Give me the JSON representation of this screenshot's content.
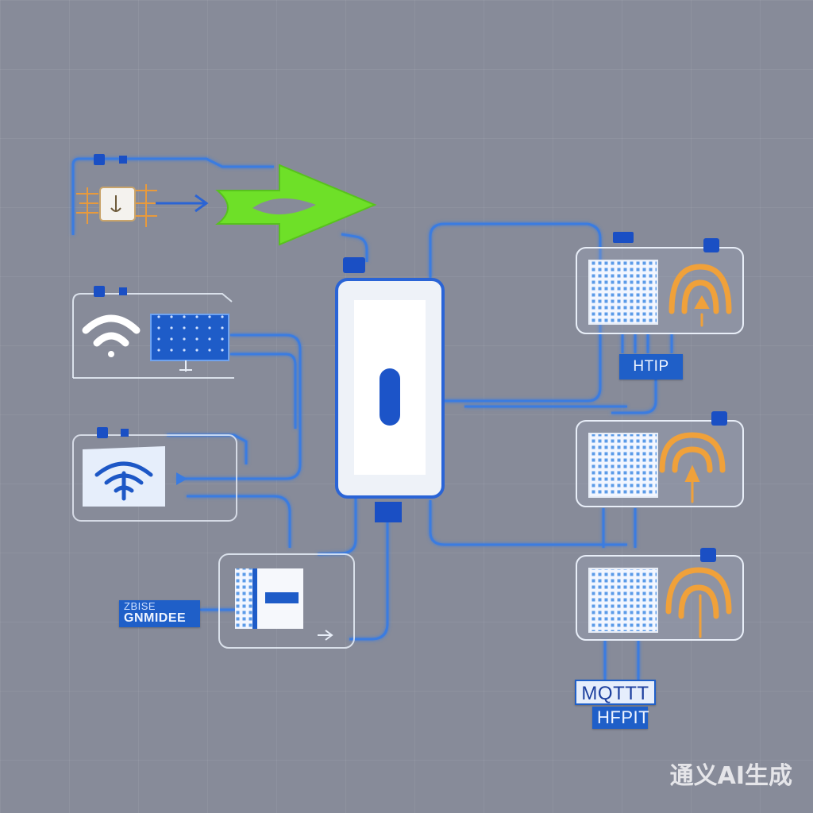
{
  "labels": {
    "zigbee_top": "ZBISE",
    "zigbee_bottom": "GNMIDEE",
    "http": "HTIP",
    "mqtt_top": "MQTTT",
    "mqtt_bottom": "HFPIT"
  },
  "watermark": "通义AI生成",
  "icons": {
    "sensor": "sensor-chip-icon",
    "wifi_plain": "wifi-icon",
    "wifi_card": "wifi-card-icon",
    "gateway": "gateway-device-icon",
    "grid_panel": "matrix-panel-icon",
    "signal": "broadcast-signal-icon",
    "arrow": "green-arrow-icon"
  },
  "colors": {
    "background": "#878b99",
    "line": "#2f6fd8",
    "accent_green": "#6ee028",
    "signal_orange": "#f0a13a",
    "panel_blue": "#1e5cc8"
  }
}
